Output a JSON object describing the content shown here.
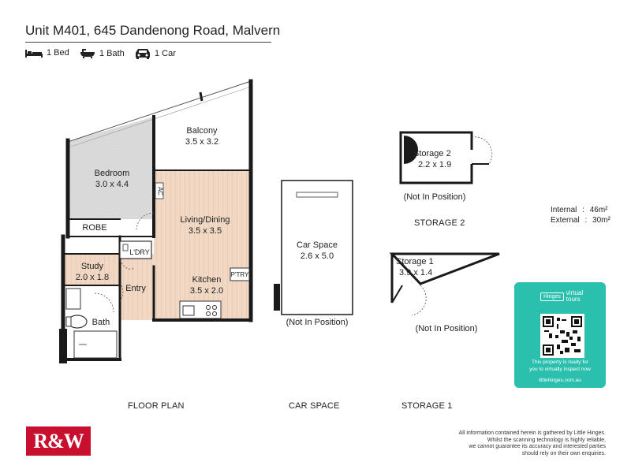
{
  "header": {
    "title": "Unit M401, 645 Dandenong Road, Malvern",
    "features": [
      {
        "icon": "bed-icon",
        "label": "1 Bed"
      },
      {
        "icon": "bath-icon",
        "label": "1 Bath"
      },
      {
        "icon": "car-icon",
        "label": "1 Car"
      }
    ]
  },
  "rooms": {
    "balcony": {
      "name": "Balcony",
      "size": "3.5 x 3.2"
    },
    "bedroom": {
      "name": "Bedroom",
      "size": "3.0 x 4.4"
    },
    "living": {
      "name": "Living/Dining",
      "size": "3.5 x 3.5"
    },
    "kitchen": {
      "name": "Kitchen",
      "size": "3.5 x 2.0"
    },
    "study": {
      "name": "Study",
      "size": "2.0 x 1.8"
    },
    "robe": "ROBE",
    "laundry": "L'DRY",
    "pantry": "P'TRY",
    "entry": "Entry",
    "bath": "Bath",
    "ac": "AC",
    "car_space": {
      "name": "Car Space",
      "size": "2.6 x 5.0",
      "note": "(Not In Position)"
    },
    "storage2": {
      "name": "Storage 2",
      "size": "2.2 x 1.9",
      "note": "(Not In Position)",
      "heading": "STORAGE 2"
    },
    "storage1": {
      "name": "Storage 1",
      "size": "3.9 x 1.4",
      "note": "(Not In Position)"
    }
  },
  "areas": {
    "internal_label": "Internal",
    "internal_value": "46m²",
    "external_label": "External",
    "external_value": "30m²"
  },
  "captions": {
    "floor_plan": "FLOOR PLAN",
    "car_space": "CAR SPACE",
    "storage1": "STORAGE 1"
  },
  "badge": {
    "brand": "Hinges",
    "product_line1": "virtual",
    "product_line2": "tours",
    "message_line1": "This property is ready for",
    "message_line2": "you to virtually inspect now",
    "site": "littlehinges.com.au"
  },
  "logo": {
    "text": "R&W"
  },
  "disclaimer": [
    "All information contained herein is gathered by Little Hinges.",
    "Whilst the scanning technology is highly reliable,",
    "we cannot guarantee its accuracy and interested parties",
    "should rely on their own enquiries."
  ],
  "colors": {
    "wall": "#1a1a1a",
    "floor_wood": "#f0d8c4",
    "carpet": "#d9d9d9",
    "teal": "#2bbfae",
    "brand_red": "#c8102e"
  }
}
